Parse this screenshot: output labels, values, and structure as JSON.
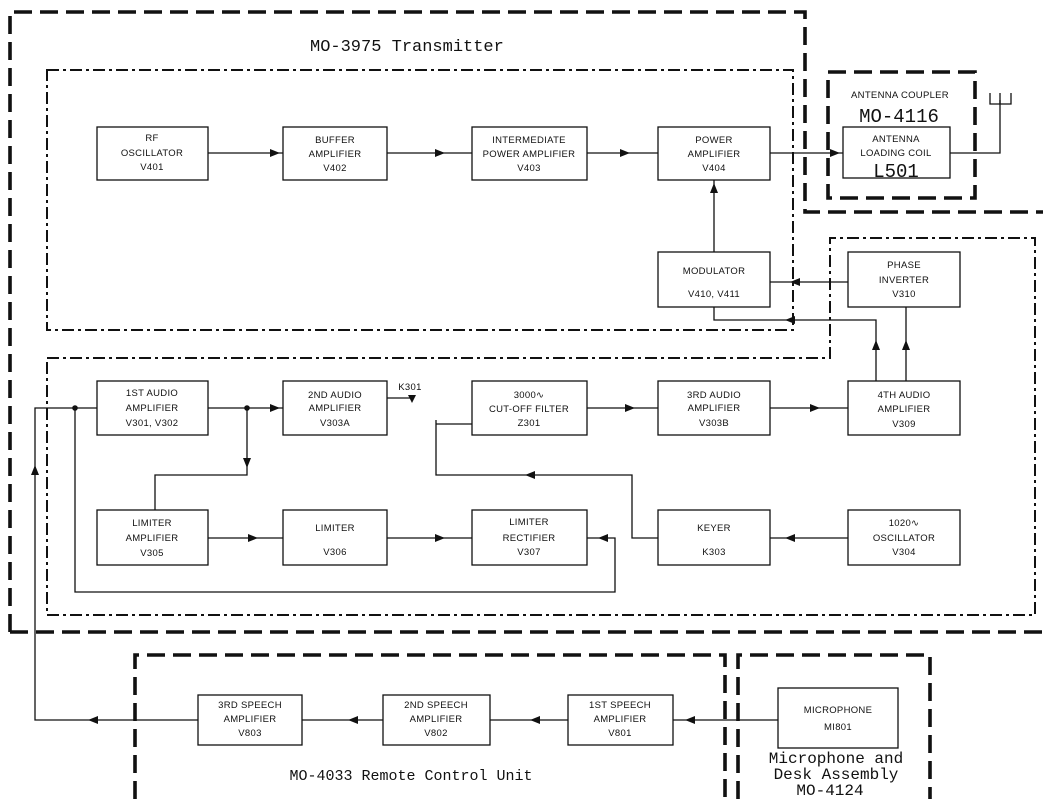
{
  "diagram": {
    "title": "MO-3975 Transmitter",
    "antenna_coupler_label": "ANTENNA COUPLER",
    "antenna_coupler_model": "MO-4116",
    "switch_label": "K301",
    "remote_unit_label": "MO-4033 Remote Control Unit",
    "desk_assembly_label": [
      "Microphone and",
      "Desk Assembly",
      "MO-4124"
    ]
  },
  "blocks": {
    "rf_oscillator": [
      "RF",
      "OSCILLATOR",
      "V401"
    ],
    "buffer_amplifier": [
      "BUFFER",
      "AMPLIFIER",
      "V402"
    ],
    "intermediate_power_amplifier": [
      "INTERMEDIATE",
      "POWER AMPLIFIER",
      "V403"
    ],
    "power_amplifier": [
      "POWER",
      "AMPLIFIER",
      "V404"
    ],
    "antenna_loading_coil": [
      "ANTENNA",
      "LOADING COIL",
      "L501"
    ],
    "modulator": [
      "MODULATOR",
      "V410, V411"
    ],
    "phase_inverter": [
      "PHASE",
      "INVERTER",
      "V310"
    ],
    "audio_amplifier_1": [
      "1ST AUDIO",
      "AMPLIFIER",
      "V301, V302"
    ],
    "audio_amplifier_2": [
      "2ND AUDIO",
      "AMPLIFIER",
      "V303A"
    ],
    "cutoff_filter": [
      "3000∿",
      "CUT-OFF FILTER",
      "Z301"
    ],
    "audio_amplifier_3": [
      "3RD AUDIO",
      "AMPLIFIER",
      "V303B"
    ],
    "audio_amplifier_4": [
      "4TH AUDIO",
      "AMPLIFIER",
      "V309"
    ],
    "limiter_amplifier": [
      "LIMITER",
      "AMPLIFIER",
      "V305"
    ],
    "limiter": [
      "LIMITER",
      "V306"
    ],
    "limiter_rectifier": [
      "LIMITER",
      "RECTIFIER",
      "V307"
    ],
    "keyer": [
      "KEYER",
      "K303"
    ],
    "oscillator_1020": [
      "1020∿",
      "OSCILLATOR",
      "V304"
    ],
    "speech_amplifier_3": [
      "3RD SPEECH",
      "AMPLIFIER",
      "V803"
    ],
    "speech_amplifier_2": [
      "2ND SPEECH",
      "AMPLIFIER",
      "V802"
    ],
    "speech_amplifier_1": [
      "1ST SPEECH",
      "AMPLIFIER",
      "V801"
    ],
    "microphone": [
      "MICROPHONE",
      "MI801"
    ]
  }
}
